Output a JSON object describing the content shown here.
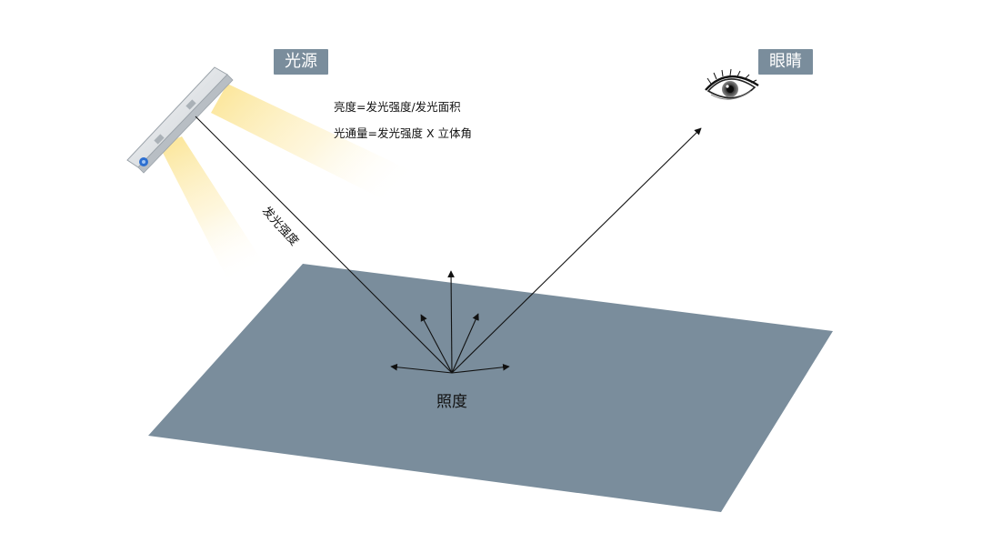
{
  "labels": {
    "light_source": "光源",
    "eye": "眼睛",
    "luminance_formula": "亮度=发光强度/发光面积",
    "flux_formula": "光通量=发光强度 X 立体角",
    "luminous_intensity": "发光强度",
    "illuminance": "照度"
  },
  "colors": {
    "surface": "#7a8d9c",
    "tag_background": "#7a8d9c",
    "beam": "#fce38a",
    "line": "#111111"
  },
  "icons": {
    "light_fixture": "linear-light-fixture-icon",
    "eye": "eye-icon"
  }
}
